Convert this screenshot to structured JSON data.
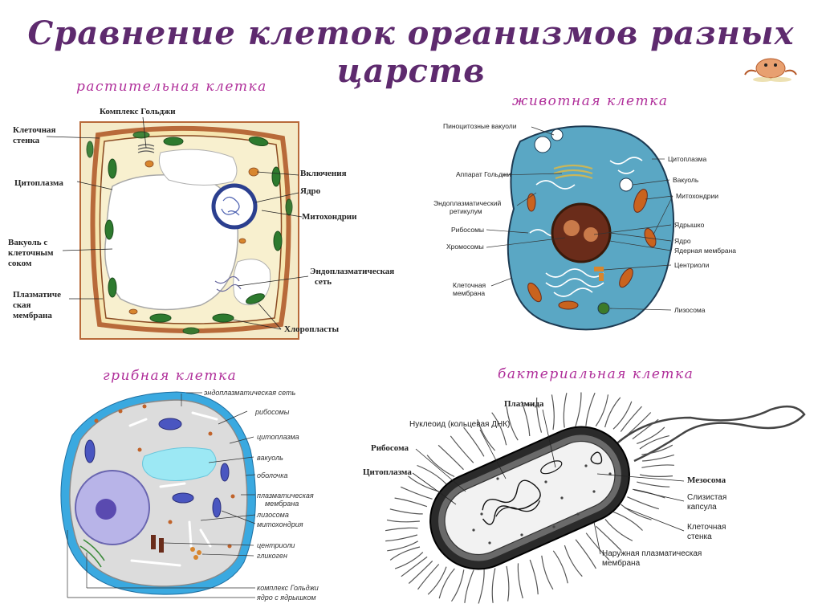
{
  "title": "Сравнение клеток организмов разных царств",
  "plant": {
    "heading": "растительная клетка",
    "labels": {
      "golgi": "Комплекс Гольджи",
      "wall_1": "Клеточная",
      "wall_2": "стенка",
      "cytoplasm": "Цитоплазма",
      "vacuole_1": "Вакуоль с",
      "vacuole_2": "клеточным",
      "vacuole_3": "соком",
      "membrane_1": "Плазматиче",
      "membrane_2": "ская",
      "membrane_3": "мембрана",
      "inclusions": "Включения",
      "nucleus": "Ядро",
      "mitochondria": "Митохондрии",
      "er_1": "Эндоплазматическая",
      "er_2": "сеть",
      "chloroplasts": "Хлоропласты"
    }
  },
  "animal": {
    "heading": "животная клетка",
    "labels": {
      "pinocytic": "Пиноцитозные вакуоли",
      "golgi": "Аппарат Гольджи",
      "er_1": "Эндоплазматический",
      "er_2": "ретикулум",
      "ribosomes": "Рибосомы",
      "chromosomes": "Хромосомы",
      "membrane_1": "Клеточная",
      "membrane_2": "мембрана",
      "cytoplasm": "Цитоплазма",
      "vacuole": "Вакуоль",
      "mitochondria": "Митохондрии",
      "nucleolus": "Ядрышко",
      "nucleus": "Ядро",
      "nuclear_membrane": "Ядерная мембрана",
      "centrioles": "Центриоли",
      "lysosome": "Лизосома"
    }
  },
  "fungal": {
    "heading": "грибная клетка",
    "labels": {
      "er": "эндоплазматическая сеть",
      "ribosomes": "рибосомы",
      "cytoplasm": "цитоплазма",
      "vacuole": "вакуоль",
      "shell": "оболочка",
      "plasma_membrane_1": "плазматическая",
      "plasma_membrane_2": "мембрана",
      "lysosome": "лизосома",
      "mitochondrion": "митохондрия",
      "centrioles": "центриоли",
      "glycogen": "гликоген",
      "golgi": "комплекс Гольджи",
      "nucleus": "ядро с ядрышком"
    }
  },
  "bacterial": {
    "heading": "бактериальная клетка",
    "labels": {
      "plasmid": "Плазмида",
      "nucleoid": "Нуклеоид (кольцевая ДНК)",
      "ribosome": "Рибосома",
      "cytoplasm": "Цитоплазма",
      "mesosome": "Мезосома",
      "capsule_1": "Слизистая",
      "capsule_2": "капсула",
      "wall_1": "Клеточная",
      "wall_2": "стенка",
      "outer_membrane_1": "Наружная плазматическая",
      "outer_membrane_2": "мембрана"
    }
  },
  "colors": {
    "title": "#5e2a6e",
    "heading": "#b02f9a",
    "animal_cytoplasm": "#5aa7c4",
    "fungal_border": "#3aa9e0",
    "plant_wall": "#b86a3a"
  }
}
